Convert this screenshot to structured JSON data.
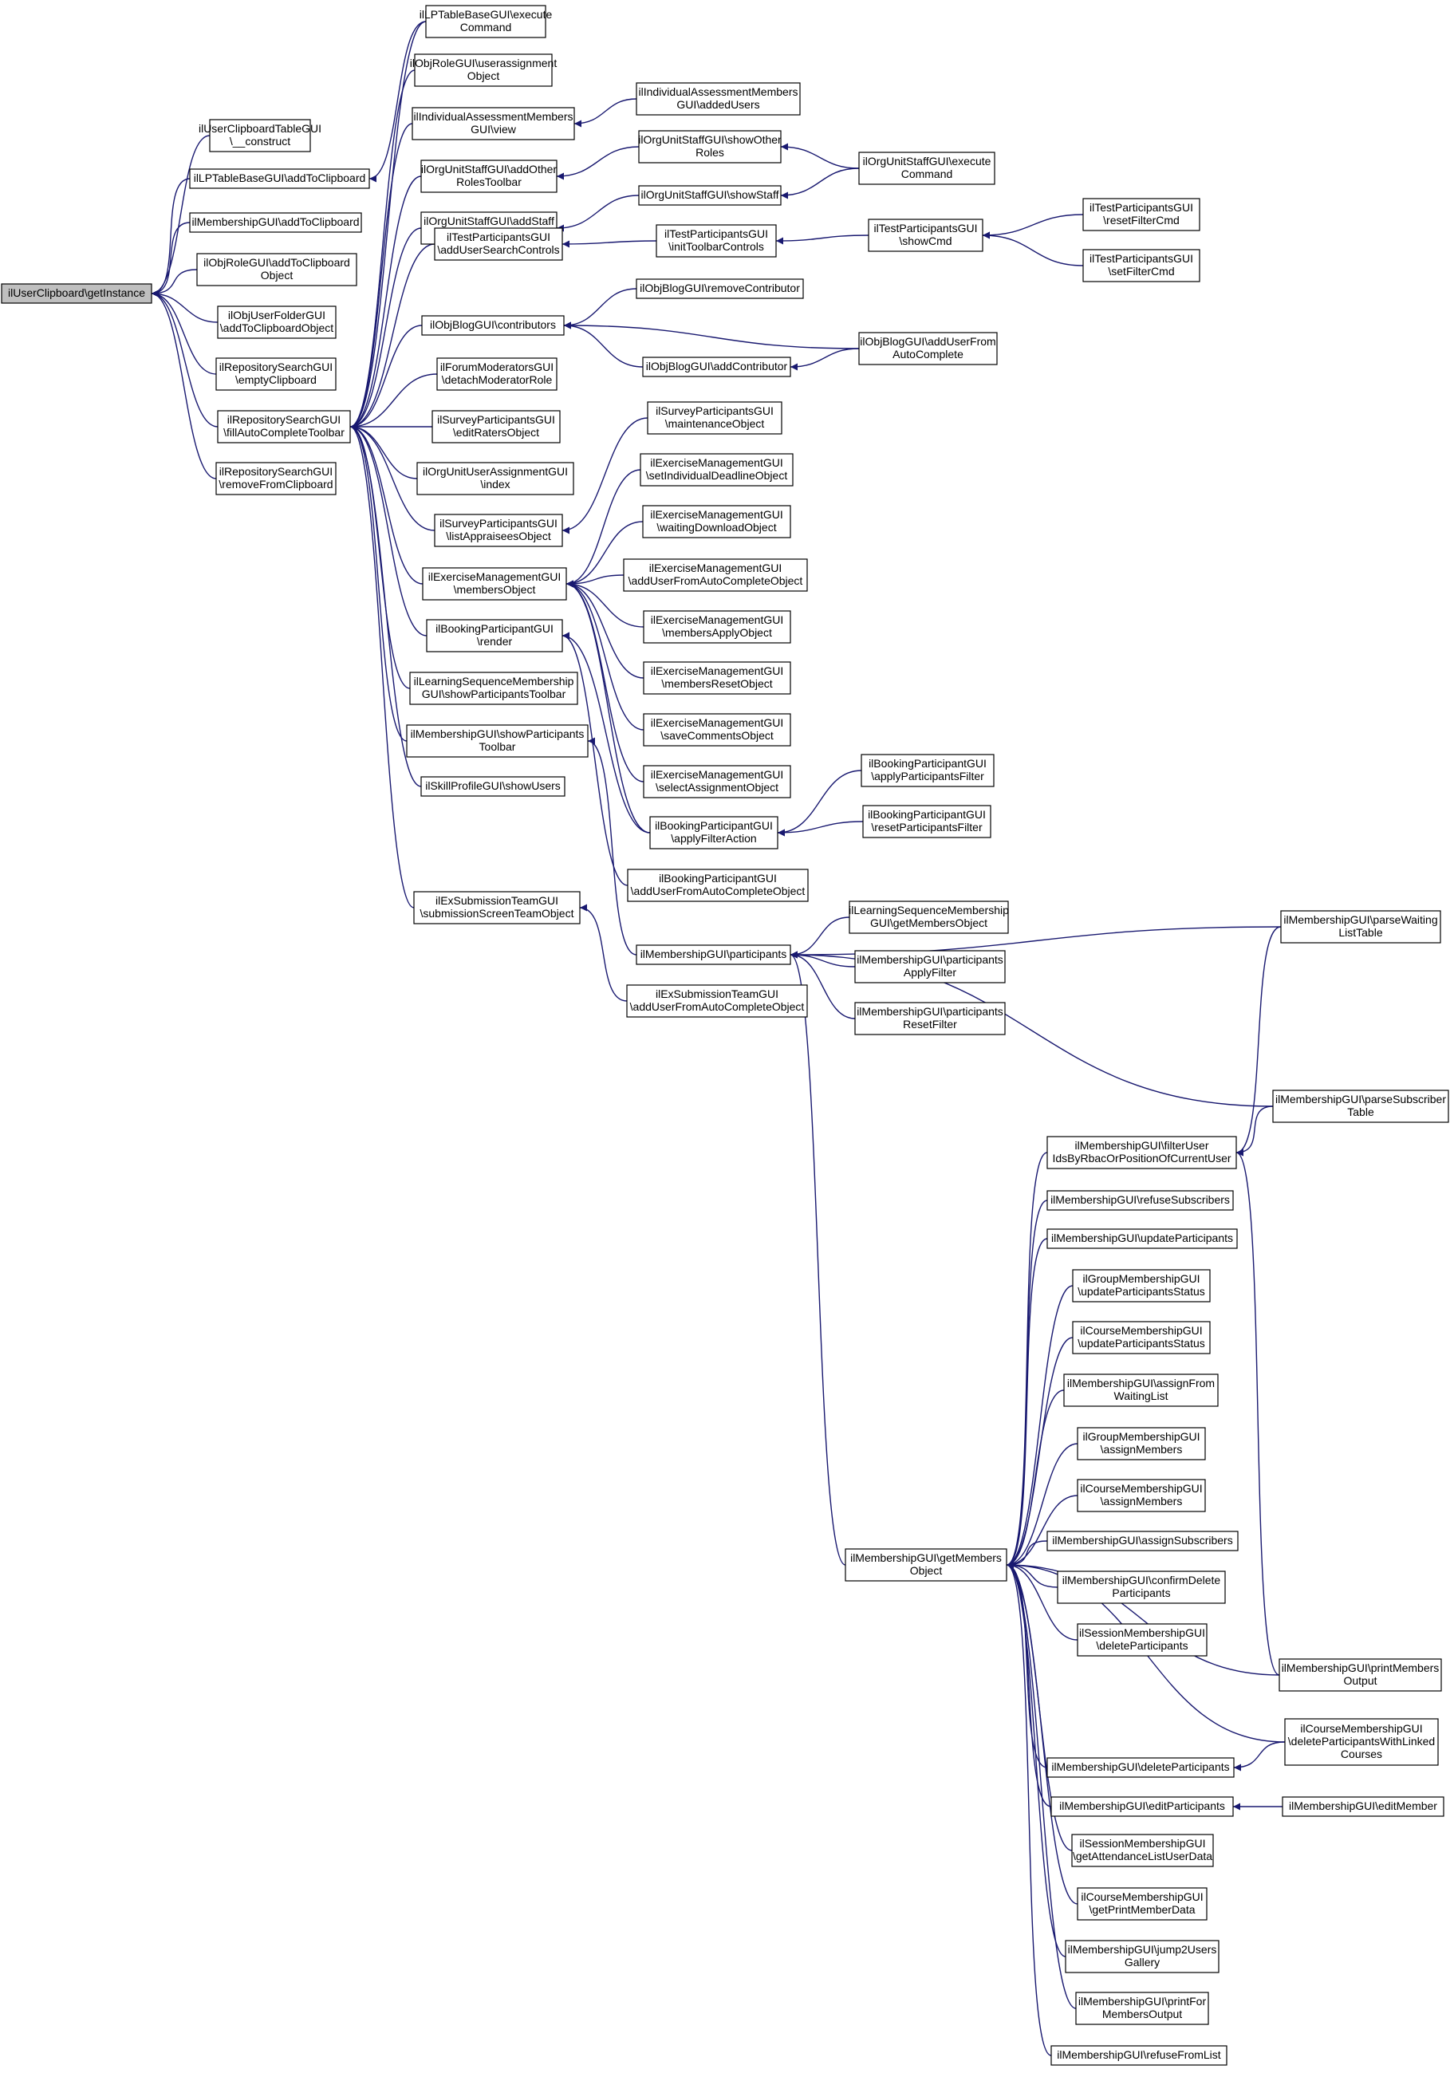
{
  "graph": {
    "edge_color": "#191970",
    "root_fill": "#bfbfbf",
    "node_fill": "#ffffff",
    "nodes": [
      {
        "id": "root",
        "lines": [
          "ilUserClipboard\\getInstance"
        ],
        "root": true
      },
      {
        "id": "n1",
        "lines": [
          "ilUserClipboardTableGUI",
          "\\__construct"
        ]
      },
      {
        "id": "n2",
        "lines": [
          "ilLPTableBaseGUI\\addToClipboard"
        ]
      },
      {
        "id": "n3",
        "lines": [
          "ilMembershipGUI\\addToClipboard"
        ]
      },
      {
        "id": "n4",
        "lines": [
          "ilObjRoleGUI\\addToClipboard",
          "Object"
        ]
      },
      {
        "id": "n5",
        "lines": [
          "ilObjUserFolderGUI",
          "\\addToClipboardObject"
        ]
      },
      {
        "id": "n6",
        "lines": [
          "ilRepositorySearchGUI",
          "\\emptyClipboard"
        ]
      },
      {
        "id": "n7",
        "lines": [
          "ilRepositorySearchGUI",
          "\\fillAutoCompleteToolbar"
        ]
      },
      {
        "id": "n8",
        "lines": [
          "ilRepositorySearchGUI",
          "\\removeFromClipboard"
        ]
      },
      {
        "id": "c1",
        "lines": [
          "ilLPTableBaseGUI\\execute",
          "Command"
        ]
      },
      {
        "id": "c2",
        "lines": [
          "ilObjRoleGUI\\userassignment",
          "Object"
        ]
      },
      {
        "id": "c3",
        "lines": [
          "ilIndividualAssessmentMembers",
          "GUI\\view"
        ]
      },
      {
        "id": "c4",
        "lines": [
          "ilOrgUnitStaffGUI\\addOther",
          "RolesToolbar"
        ]
      },
      {
        "id": "c5",
        "lines": [
          "ilOrgUnitStaffGUI\\addStaff",
          "Toolbar"
        ]
      },
      {
        "id": "c6",
        "lines": [
          "ilTestParticipantsGUI",
          "\\addUserSearchControls"
        ]
      },
      {
        "id": "c7",
        "lines": [
          "ilObjBlogGUI\\contributors"
        ]
      },
      {
        "id": "c8",
        "lines": [
          "ilForumModeratorsGUI",
          "\\detachModeratorRole"
        ]
      },
      {
        "id": "c9",
        "lines": [
          "ilSurveyParticipantsGUI",
          "\\editRatersObject"
        ]
      },
      {
        "id": "c10",
        "lines": [
          "ilOrgUnitUserAssignmentGUI",
          "\\index"
        ]
      },
      {
        "id": "c11",
        "lines": [
          "ilSurveyParticipantsGUI",
          "\\listAppraiseesObject"
        ]
      },
      {
        "id": "c12",
        "lines": [
          "ilExerciseManagementGUI",
          "\\membersObject"
        ]
      },
      {
        "id": "c13",
        "lines": [
          "ilBookingParticipantGUI",
          "\\render"
        ]
      },
      {
        "id": "c14",
        "lines": [
          "ilLearningSequenceMembership",
          "GUI\\showParticipantsToolbar"
        ]
      },
      {
        "id": "c15",
        "lines": [
          "ilMembershipGUI\\showParticipants",
          "Toolbar"
        ]
      },
      {
        "id": "c16",
        "lines": [
          "ilSkillProfileGUI\\showUsers"
        ]
      },
      {
        "id": "c17",
        "lines": [
          "ilExSubmissionTeamGUI",
          "\\submissionScreenTeamObject"
        ]
      },
      {
        "id": "d1",
        "lines": [
          "ilIndividualAssessmentMembers",
          "GUI\\addedUsers"
        ]
      },
      {
        "id": "d2",
        "lines": [
          "ilOrgUnitStaffGUI\\showOther",
          "Roles"
        ]
      },
      {
        "id": "d3",
        "lines": [
          "ilOrgUnitStaffGUI\\showStaff"
        ]
      },
      {
        "id": "d4",
        "lines": [
          "ilTestParticipantsGUI",
          "\\initToolbarControls"
        ]
      },
      {
        "id": "d5",
        "lines": [
          "ilObjBlogGUI\\removeContributor"
        ]
      },
      {
        "id": "d6",
        "lines": [
          "ilObjBlogGUI\\addContributor"
        ]
      },
      {
        "id": "d7",
        "lines": [
          "ilSurveyParticipantsGUI",
          "\\maintenanceObject"
        ]
      },
      {
        "id": "d8",
        "lines": [
          "ilExerciseManagementGUI",
          "\\setIndividualDeadlineObject"
        ]
      },
      {
        "id": "d9",
        "lines": [
          "ilExerciseManagementGUI",
          "\\waitingDownloadObject"
        ]
      },
      {
        "id": "d10",
        "lines": [
          "ilExerciseManagementGUI",
          "\\addUserFromAutoCompleteObject"
        ]
      },
      {
        "id": "d11",
        "lines": [
          "ilExerciseManagementGUI",
          "\\membersApplyObject"
        ]
      },
      {
        "id": "d12",
        "lines": [
          "ilExerciseManagementGUI",
          "\\membersResetObject"
        ]
      },
      {
        "id": "d13",
        "lines": [
          "ilExerciseManagementGUI",
          "\\saveCommentsObject"
        ]
      },
      {
        "id": "d14",
        "lines": [
          "ilExerciseManagementGUI",
          "\\selectAssignmentObject"
        ]
      },
      {
        "id": "d15",
        "lines": [
          "ilBookingParticipantGUI",
          "\\applyFilterAction"
        ]
      },
      {
        "id": "d16",
        "lines": [
          "ilBookingParticipantGUI",
          "\\addUserFromAutoCompleteObject"
        ]
      },
      {
        "id": "d17",
        "lines": [
          "ilMembershipGUI\\participants"
        ]
      },
      {
        "id": "d18",
        "lines": [
          "ilExSubmissionTeamGUI",
          "\\addUserFromAutoCompleteObject"
        ]
      },
      {
        "id": "e1",
        "lines": [
          "ilOrgUnitStaffGUI\\execute",
          "Command"
        ]
      },
      {
        "id": "e2",
        "lines": [
          "ilTestParticipantsGUI",
          "\\showCmd"
        ]
      },
      {
        "id": "e3",
        "lines": [
          "ilObjBlogGUI\\addUserFrom",
          "AutoComplete"
        ]
      },
      {
        "id": "e4",
        "lines": [
          "ilBookingParticipantGUI",
          "\\applyParticipantsFilter"
        ]
      },
      {
        "id": "e5",
        "lines": [
          "ilBookingParticipantGUI",
          "\\resetParticipantsFilter"
        ]
      },
      {
        "id": "e6",
        "lines": [
          "ilLearningSequenceMembership",
          "GUI\\getMembersObject"
        ]
      },
      {
        "id": "e7",
        "lines": [
          "ilMembershipGUI\\participants",
          "ApplyFilter"
        ]
      },
      {
        "id": "e8",
        "lines": [
          "ilMembershipGUI\\participants",
          "ResetFilter"
        ]
      },
      {
        "id": "f1",
        "lines": [
          "ilTestParticipantsGUI",
          "\\resetFilterCmd"
        ]
      },
      {
        "id": "f2",
        "lines": [
          "ilTestParticipantsGUI",
          "\\setFilterCmd"
        ]
      },
      {
        "id": "gm",
        "lines": [
          "ilMembershipGUI\\getMembers",
          "Object"
        ]
      },
      {
        "id": "g1",
        "lines": [
          "ilMembershipGUI\\filterUser",
          "IdsByRbacOrPositionOfCurrentUser"
        ]
      },
      {
        "id": "g2",
        "lines": [
          "ilMembershipGUI\\refuseSubscribers"
        ]
      },
      {
        "id": "g3",
        "lines": [
          "ilMembershipGUI\\updateParticipants"
        ]
      },
      {
        "id": "g4",
        "lines": [
          "ilGroupMembershipGUI",
          "\\updateParticipantsStatus"
        ]
      },
      {
        "id": "g5",
        "lines": [
          "ilCourseMembershipGUI",
          "\\updateParticipantsStatus"
        ]
      },
      {
        "id": "g6",
        "lines": [
          "ilMembershipGUI\\assignFrom",
          "WaitingList"
        ]
      },
      {
        "id": "g7",
        "lines": [
          "ilGroupMembershipGUI",
          "\\assignMembers"
        ]
      },
      {
        "id": "g8",
        "lines": [
          "ilCourseMembershipGUI",
          "\\assignMembers"
        ]
      },
      {
        "id": "g9",
        "lines": [
          "ilMembershipGUI\\assignSubscribers"
        ]
      },
      {
        "id": "g10",
        "lines": [
          "ilMembershipGUI\\confirmDelete",
          "Participants"
        ]
      },
      {
        "id": "g11",
        "lines": [
          "ilSessionMembershipGUI",
          "\\deleteParticipants"
        ]
      },
      {
        "id": "g12",
        "lines": [
          "ilMembershipGUI\\deleteParticipants"
        ]
      },
      {
        "id": "g13",
        "lines": [
          "ilMembershipGUI\\editParticipants"
        ]
      },
      {
        "id": "g14",
        "lines": [
          "ilSessionMembershipGUI",
          "\\getAttendanceListUserData"
        ]
      },
      {
        "id": "g15",
        "lines": [
          "ilCourseMembershipGUI",
          "\\getPrintMemberData"
        ]
      },
      {
        "id": "g16",
        "lines": [
          "ilMembershipGUI\\jump2Users",
          "Gallery"
        ]
      },
      {
        "id": "g17",
        "lines": [
          "ilMembershipGUI\\printFor",
          "MembersOutput"
        ]
      },
      {
        "id": "g18",
        "lines": [
          "ilMembershipGUI\\refuseFromList"
        ]
      },
      {
        "id": "h1",
        "lines": [
          "ilMembershipGUI\\parseWaiting",
          "ListTable"
        ]
      },
      {
        "id": "h2",
        "lines": [
          "ilMembershipGUI\\parseSubscriber",
          "Table"
        ]
      },
      {
        "id": "h3",
        "lines": [
          "ilMembershipGUI\\printMembers",
          "Output"
        ]
      },
      {
        "id": "h4",
        "lines": [
          "ilCourseMembershipGUI",
          "\\deleteParticipantsWithLinked",
          "Courses"
        ]
      },
      {
        "id": "h5",
        "lines": [
          "ilMembershipGUI\\editMember"
        ]
      }
    ]
  }
}
